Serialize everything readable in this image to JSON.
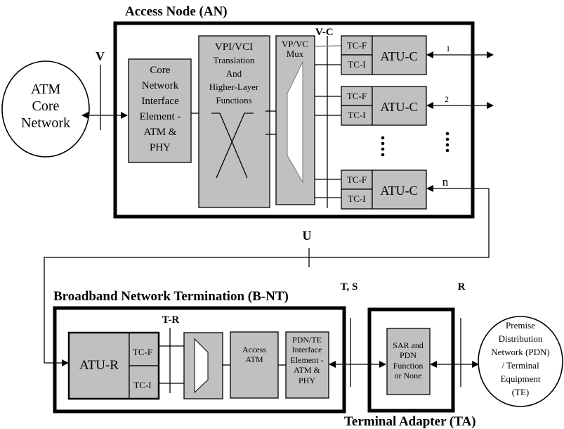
{
  "diagram": {
    "access_node": {
      "title": "Access Node (AN)",
      "core_network_interface": [
        "Core",
        "Network",
        "Interface",
        "Element -",
        "ATM &",
        "PHY"
      ],
      "vpi_vci_block": [
        "VPI/VCI",
        "Translation",
        "And",
        "Higher-Layer",
        "Functions"
      ],
      "mux_block": [
        "VP/VC",
        "Mux"
      ],
      "atu_c_units": [
        {
          "tcf": "TC-F",
          "tci": "TC-I",
          "label": "ATU-C",
          "line_label": "1"
        },
        {
          "tcf": "TC-F",
          "tci": "TC-I",
          "label": "ATU-C",
          "line_label": "2"
        },
        {
          "tcf": "TC-F",
          "tci": "TC-I",
          "label": "ATU-C",
          "line_label": "n"
        }
      ]
    },
    "atm_core": [
      "ATM",
      "Core",
      "Network"
    ],
    "reference_points": {
      "v": "V",
      "vc": "V-C",
      "u": "U",
      "tr": "T-R",
      "ts": "T, S",
      "r": "R"
    },
    "bnt": {
      "title": "Broadband Network Termination (B-NT)",
      "atu_r": "ATU-R",
      "tcf": "TC-F",
      "tci": "TC-I",
      "access_atm": [
        "Access",
        "ATM"
      ],
      "pdn_te_interface": [
        "PDN/TE",
        "Interface",
        "Element -",
        "ATM &",
        "PHY"
      ]
    },
    "terminal_adapter": {
      "title": "Terminal Adapter (TA)",
      "sar_block": [
        "SAR and",
        "PDN",
        "Function",
        "or None"
      ]
    },
    "premise": [
      "Premise",
      "Distribution",
      "Network (PDN)",
      "/ Terminal",
      "Equipment",
      "(TE)"
    ]
  }
}
